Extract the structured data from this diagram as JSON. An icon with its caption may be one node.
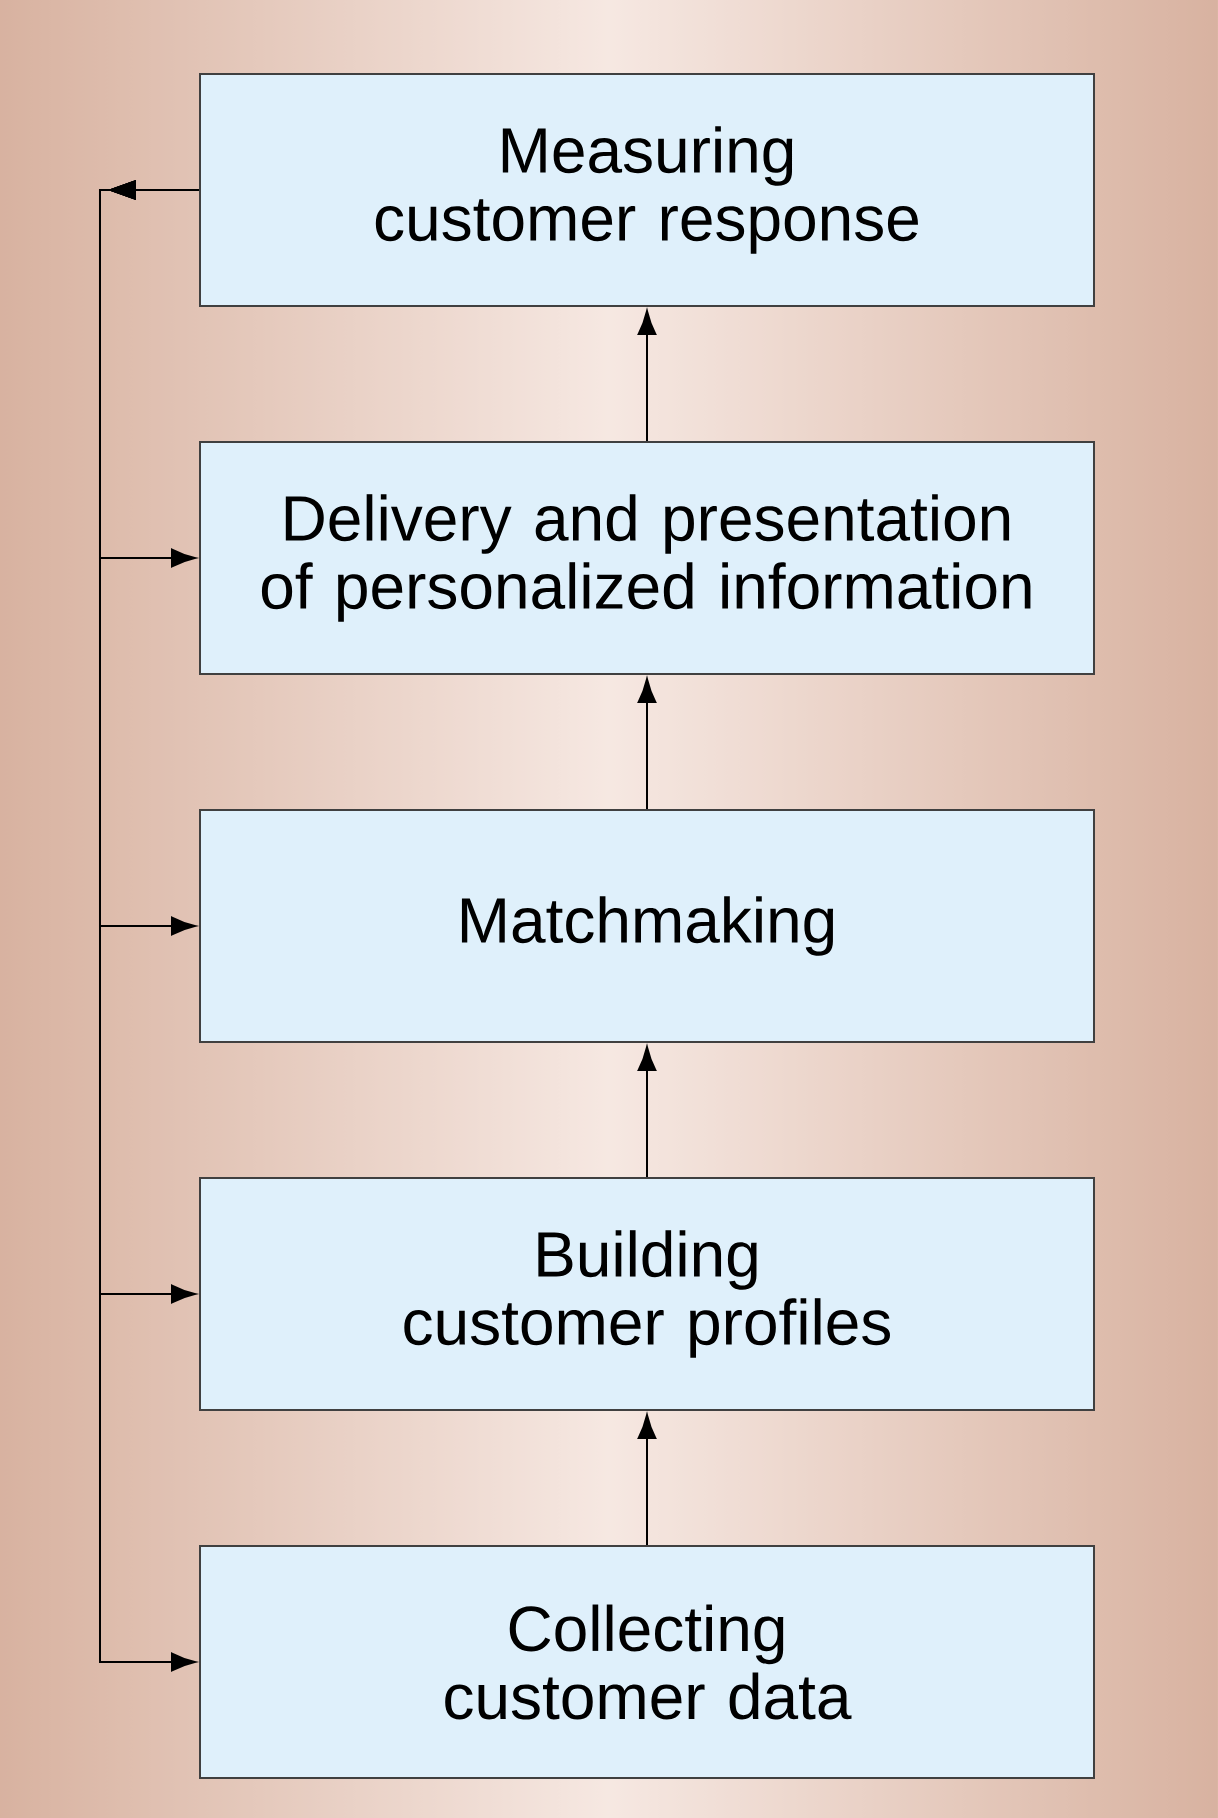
{
  "diagram": {
    "nodes": [
      {
        "text": [
          "Measuring customer response"
        ]
      },
      {
        "text": [
          "Delivery and presentation of personalized information"
        ]
      },
      {
        "text": [
          "Matchmaking"
        ]
      },
      {
        "text": [
          "Building customer profiles"
        ]
      },
      {
        "text": [
          "Collecting customer data"
        ]
      }
    ],
    "edges": [
      {
        "from": 4,
        "to": 3,
        "arrow": "to"
      },
      {
        "from": 3,
        "to": 2,
        "arrow": "to"
      },
      {
        "from": 2,
        "to": 1,
        "arrow": "to"
      },
      {
        "from": 1,
        "to": 0,
        "arrow": "to"
      },
      {
        "from": 0,
        "to": 1,
        "arrow": "to"
      },
      {
        "from": 0,
        "to": 2,
        "arrow": "to"
      },
      {
        "from": 0,
        "to": 3,
        "arrow": "to"
      },
      {
        "from": 0,
        "to": 4,
        "arrow": "to"
      }
    ]
  }
}
